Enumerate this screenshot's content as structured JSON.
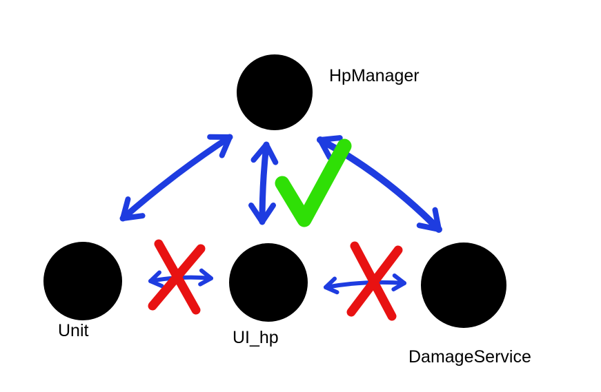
{
  "diagram": {
    "nodes": [
      {
        "id": "hpmanager",
        "label": "HpManager"
      },
      {
        "id": "unit",
        "label": "Unit"
      },
      {
        "id": "ui_hp",
        "label": "UI_hp"
      },
      {
        "id": "damageservice",
        "label": "DamageService"
      }
    ],
    "edges": [
      {
        "from": "HpManager",
        "to": "Unit",
        "type": "bidirectional",
        "status": "allowed"
      },
      {
        "from": "HpManager",
        "to": "UI_hp",
        "type": "bidirectional",
        "status": "allowed",
        "annotation": "green-check"
      },
      {
        "from": "HpManager",
        "to": "DamageService",
        "type": "bidirectional",
        "status": "allowed"
      },
      {
        "from": "Unit",
        "to": "UI_hp",
        "type": "bidirectional",
        "status": "crossed-out",
        "annotation": "red-x"
      },
      {
        "from": "UI_hp",
        "to": "DamageService",
        "type": "bidirectional",
        "status": "crossed-out",
        "annotation": "red-x"
      }
    ],
    "colors": {
      "background": "#ffffff",
      "node_fill": "#000000",
      "text": "#000000",
      "arrow": "#1e3ce0",
      "check": "#2fdf06",
      "cross": "#e81212"
    }
  }
}
